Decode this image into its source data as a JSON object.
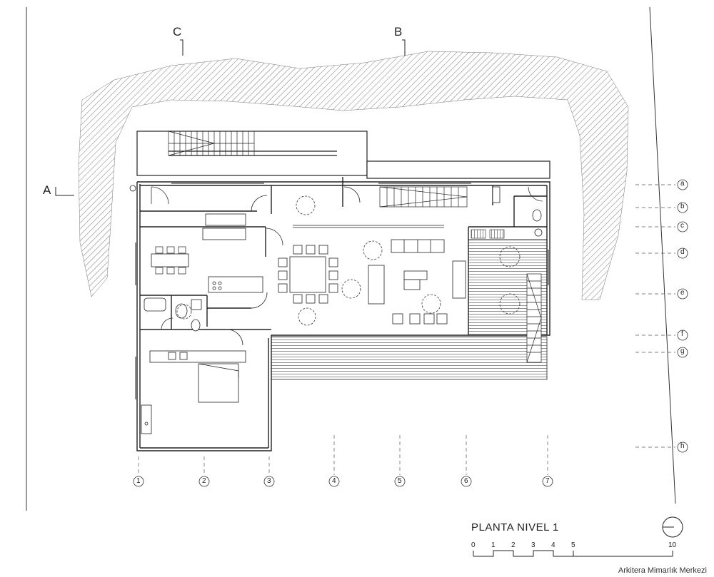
{
  "section_labels": [
    "A",
    "B",
    "C"
  ],
  "grid_columns": [
    "1",
    "2",
    "3",
    "4",
    "5",
    "6",
    "7"
  ],
  "grid_rows": [
    "a",
    "b",
    "c",
    "d",
    "e",
    "f",
    "g",
    "h"
  ],
  "title": "PLANTA NIVEL 1",
  "scale_ticks": [
    "0",
    "1",
    "2",
    "3",
    "4",
    "5",
    "10"
  ],
  "credit": "Arkitera Mimarlık Merkezi",
  "colors": {
    "line": "#2a2a2a",
    "hatch": "#555555",
    "background": "#ffffff"
  }
}
